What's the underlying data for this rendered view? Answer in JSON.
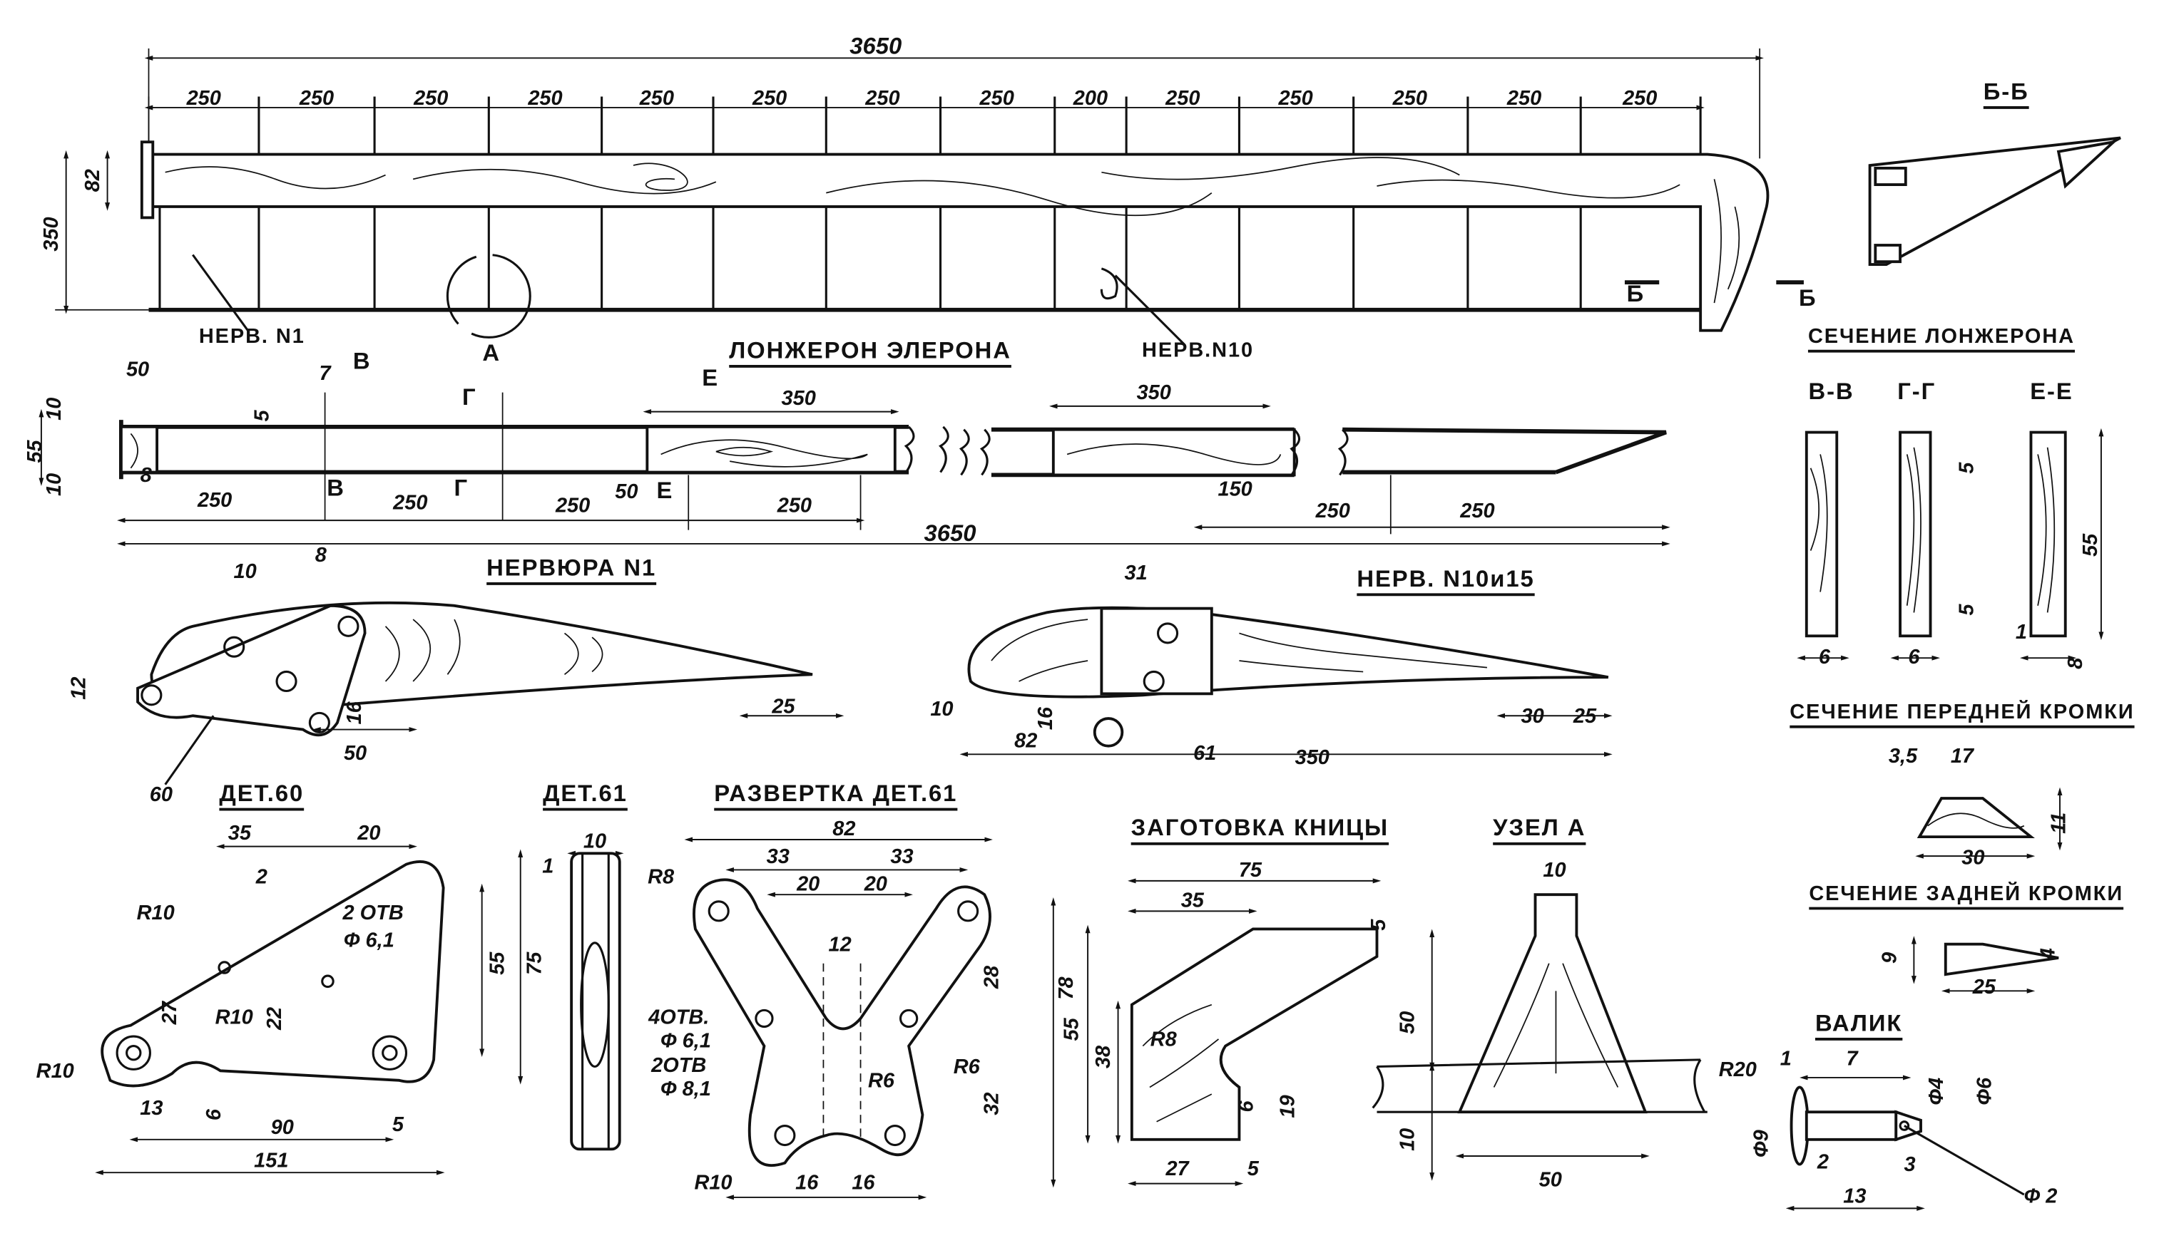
{
  "assembly": {
    "span": "3650",
    "spacings": [
      "250",
      "250",
      "250",
      "250",
      "250",
      "250",
      "250",
      "250",
      "200",
      "250",
      "250",
      "250",
      "250",
      "250"
    ],
    "height": "350",
    "spar_height": "82",
    "callouts": {
      "rib1": "НЕРВ. N1",
      "rib10": "НЕРВ.N10",
      "detail_a": "А",
      "section_b_left": "Б",
      "section_b_right": "Б"
    }
  },
  "spar": {
    "title": "ЛОНЖЕРОН ЭЛЕРОНА",
    "dims": [
      "50",
      "7",
      "5",
      "350",
      "350",
      "10",
      "55",
      "10",
      "8",
      "250",
      "250",
      "250",
      "50",
      "250",
      "150",
      "250",
      "250",
      "3650"
    ],
    "marks": [
      "В",
      "Г",
      "Е",
      "В",
      "Г",
      "Е"
    ]
  },
  "rib1": {
    "title": "НЕРВЮРА N1",
    "dims": [
      "10",
      "8",
      "12",
      "16",
      "50",
      "25",
      "60"
    ]
  },
  "rib10": {
    "title": "НЕРВ.     N10и15",
    "dims": [
      "31",
      "10",
      "16",
      "82",
      "61",
      "350",
      "30",
      "25"
    ]
  },
  "part60": {
    "title": "ДЕТ.60",
    "dims": [
      "35",
      "20",
      "2",
      "R10",
      "2 ОТВ",
      "Ф 6,1",
      "55",
      "75",
      "27",
      "R10",
      "22",
      "R10",
      "13",
      "6",
      "90",
      "5",
      "151"
    ]
  },
  "part61": {
    "title": "ДЕТ.61",
    "dims": [
      "10",
      "1"
    ]
  },
  "unfold61": {
    "title": "РАЗВЕРТКА ДЕТ.61",
    "dims": [
      "82",
      "33",
      "33",
      "20",
      "20",
      "R8",
      "12",
      "4ОТВ.",
      "Ф 6,1",
      "2ОТВ",
      "Ф 8,1",
      "28",
      "78",
      "R6",
      "R6",
      "32",
      "R10",
      "16",
      "16"
    ]
  },
  "gusset": {
    "title": "ЗАГОТОВКА КНИЦЫ",
    "dims": [
      "75",
      "35",
      "5",
      "55",
      "38",
      "R8",
      "6",
      "19",
      "27",
      "5"
    ]
  },
  "node_a": {
    "title": "УЗЕЛ А",
    "dims": [
      "10",
      "50",
      "10",
      "50"
    ]
  },
  "section_bb": {
    "title": "Б-Б"
  },
  "spar_section": {
    "title": "СЕЧЕНИЕ ЛОНЖЕРОНА",
    "views": [
      "В-В",
      "Г-Г",
      "Е-Е"
    ],
    "dims": [
      "6",
      "6",
      "5",
      "5",
      "55",
      "1",
      "8"
    ]
  },
  "leading_edge": {
    "title": "СЕЧЕНИЕ ПЕРЕДНЕЙ КРОМКИ",
    "dims": [
      "3,5",
      "17",
      "11",
      "30"
    ]
  },
  "trailing_edge": {
    "title": "СЕЧЕНИЕ ЗАДНЕЙ КРОМКИ",
    "dims": [
      "9",
      "4",
      "25"
    ]
  },
  "roller": {
    "title": "ВАЛИК",
    "dims": [
      "R20",
      "1",
      "7",
      "Ф4",
      "Ф6",
      "Ф9",
      "2",
      "3",
      "13",
      "Ф 2"
    ]
  }
}
